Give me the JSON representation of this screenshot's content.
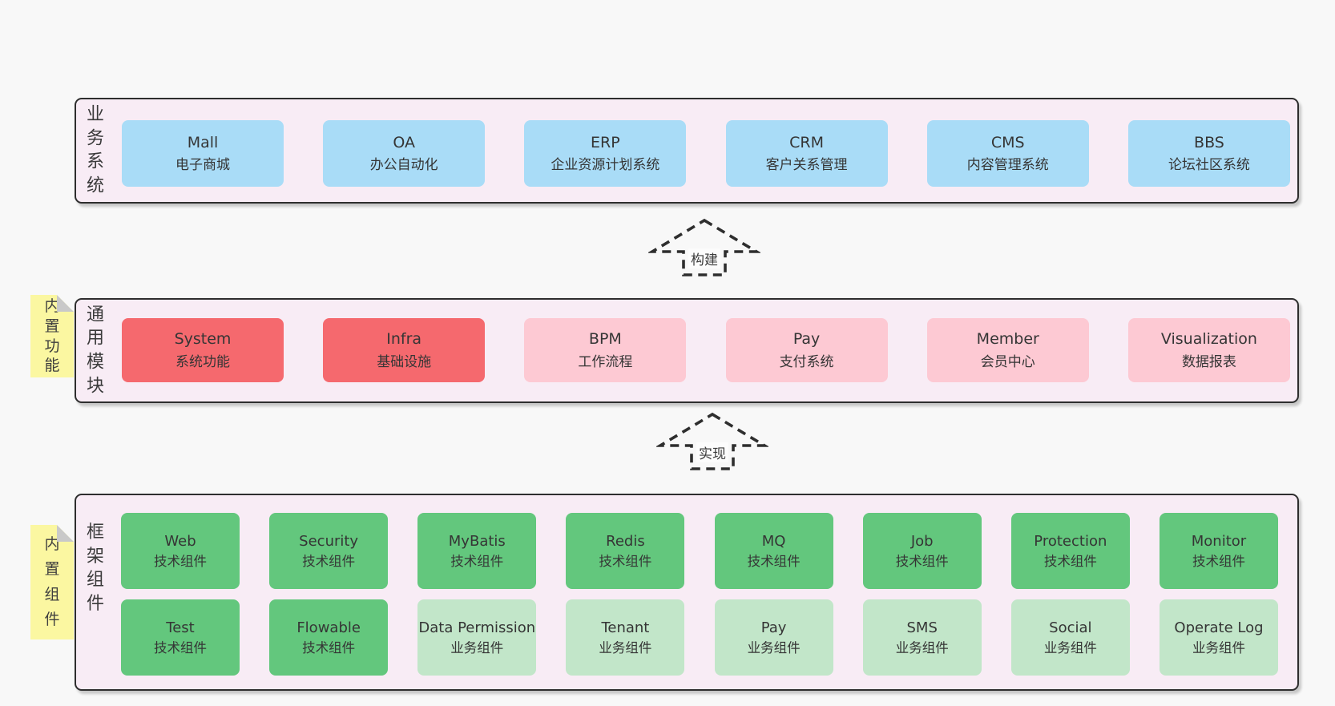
{
  "palette": {
    "bg": "#f8f8f8",
    "panel": "#f8ecf5",
    "border": "#2e2e2e",
    "text": "#353535",
    "blue": "#a9dcf7",
    "red": "#f5696e",
    "pink": "#fdc9d3",
    "green": "#63c77d",
    "lightgreen": "#c2e6c9",
    "note": "#fbf7a1",
    "fold": "#c9c9c9"
  },
  "business": {
    "label": "业务系统",
    "items": [
      {
        "name": "Mall",
        "desc": "电子商城"
      },
      {
        "name": "OA",
        "desc": "办公自动化"
      },
      {
        "name": "ERP",
        "desc": "企业资源计划系统"
      },
      {
        "name": "CRM",
        "desc": "客户关系管理"
      },
      {
        "name": "CMS",
        "desc": "内容管理系统"
      },
      {
        "name": "BBS",
        "desc": "论坛社区系统"
      }
    ]
  },
  "build_arrow": {
    "label": "构建"
  },
  "modules": {
    "label": "通用模块",
    "note": "内置功能",
    "items": [
      {
        "name": "System",
        "desc": "系统功能"
      },
      {
        "name": "Infra",
        "desc": "基础设施"
      },
      {
        "name": "BPM",
        "desc": "工作流程"
      },
      {
        "name": "Pay",
        "desc": "支付系统"
      },
      {
        "name": "Member",
        "desc": "会员中心"
      },
      {
        "name": "Visualization",
        "desc": "数据报表"
      }
    ]
  },
  "implement_arrow": {
    "label": "实现"
  },
  "framework": {
    "label": "框架组件",
    "note": "内置组件",
    "row1": [
      {
        "name": "Web",
        "desc": "技术组件"
      },
      {
        "name": "Security",
        "desc": "技术组件"
      },
      {
        "name": "MyBatis",
        "desc": "技术组件"
      },
      {
        "name": "Redis",
        "desc": "技术组件"
      },
      {
        "name": "MQ",
        "desc": "技术组件"
      },
      {
        "name": "Job",
        "desc": "技术组件"
      },
      {
        "name": "Protection",
        "desc": "技术组件"
      },
      {
        "name": "Monitor",
        "desc": "技术组件"
      }
    ],
    "row2": [
      {
        "name": "Test",
        "desc": "技术组件"
      },
      {
        "name": "Flowable",
        "desc": "技术组件"
      },
      {
        "name": "Data Permission",
        "desc": "业务组件"
      },
      {
        "name": "Tenant",
        "desc": "业务组件"
      },
      {
        "name": "Pay",
        "desc": "业务组件"
      },
      {
        "name": "SMS",
        "desc": "业务组件"
      },
      {
        "name": "Social",
        "desc": "业务组件"
      },
      {
        "name": "Operate Log",
        "desc": "业务组件"
      }
    ]
  }
}
